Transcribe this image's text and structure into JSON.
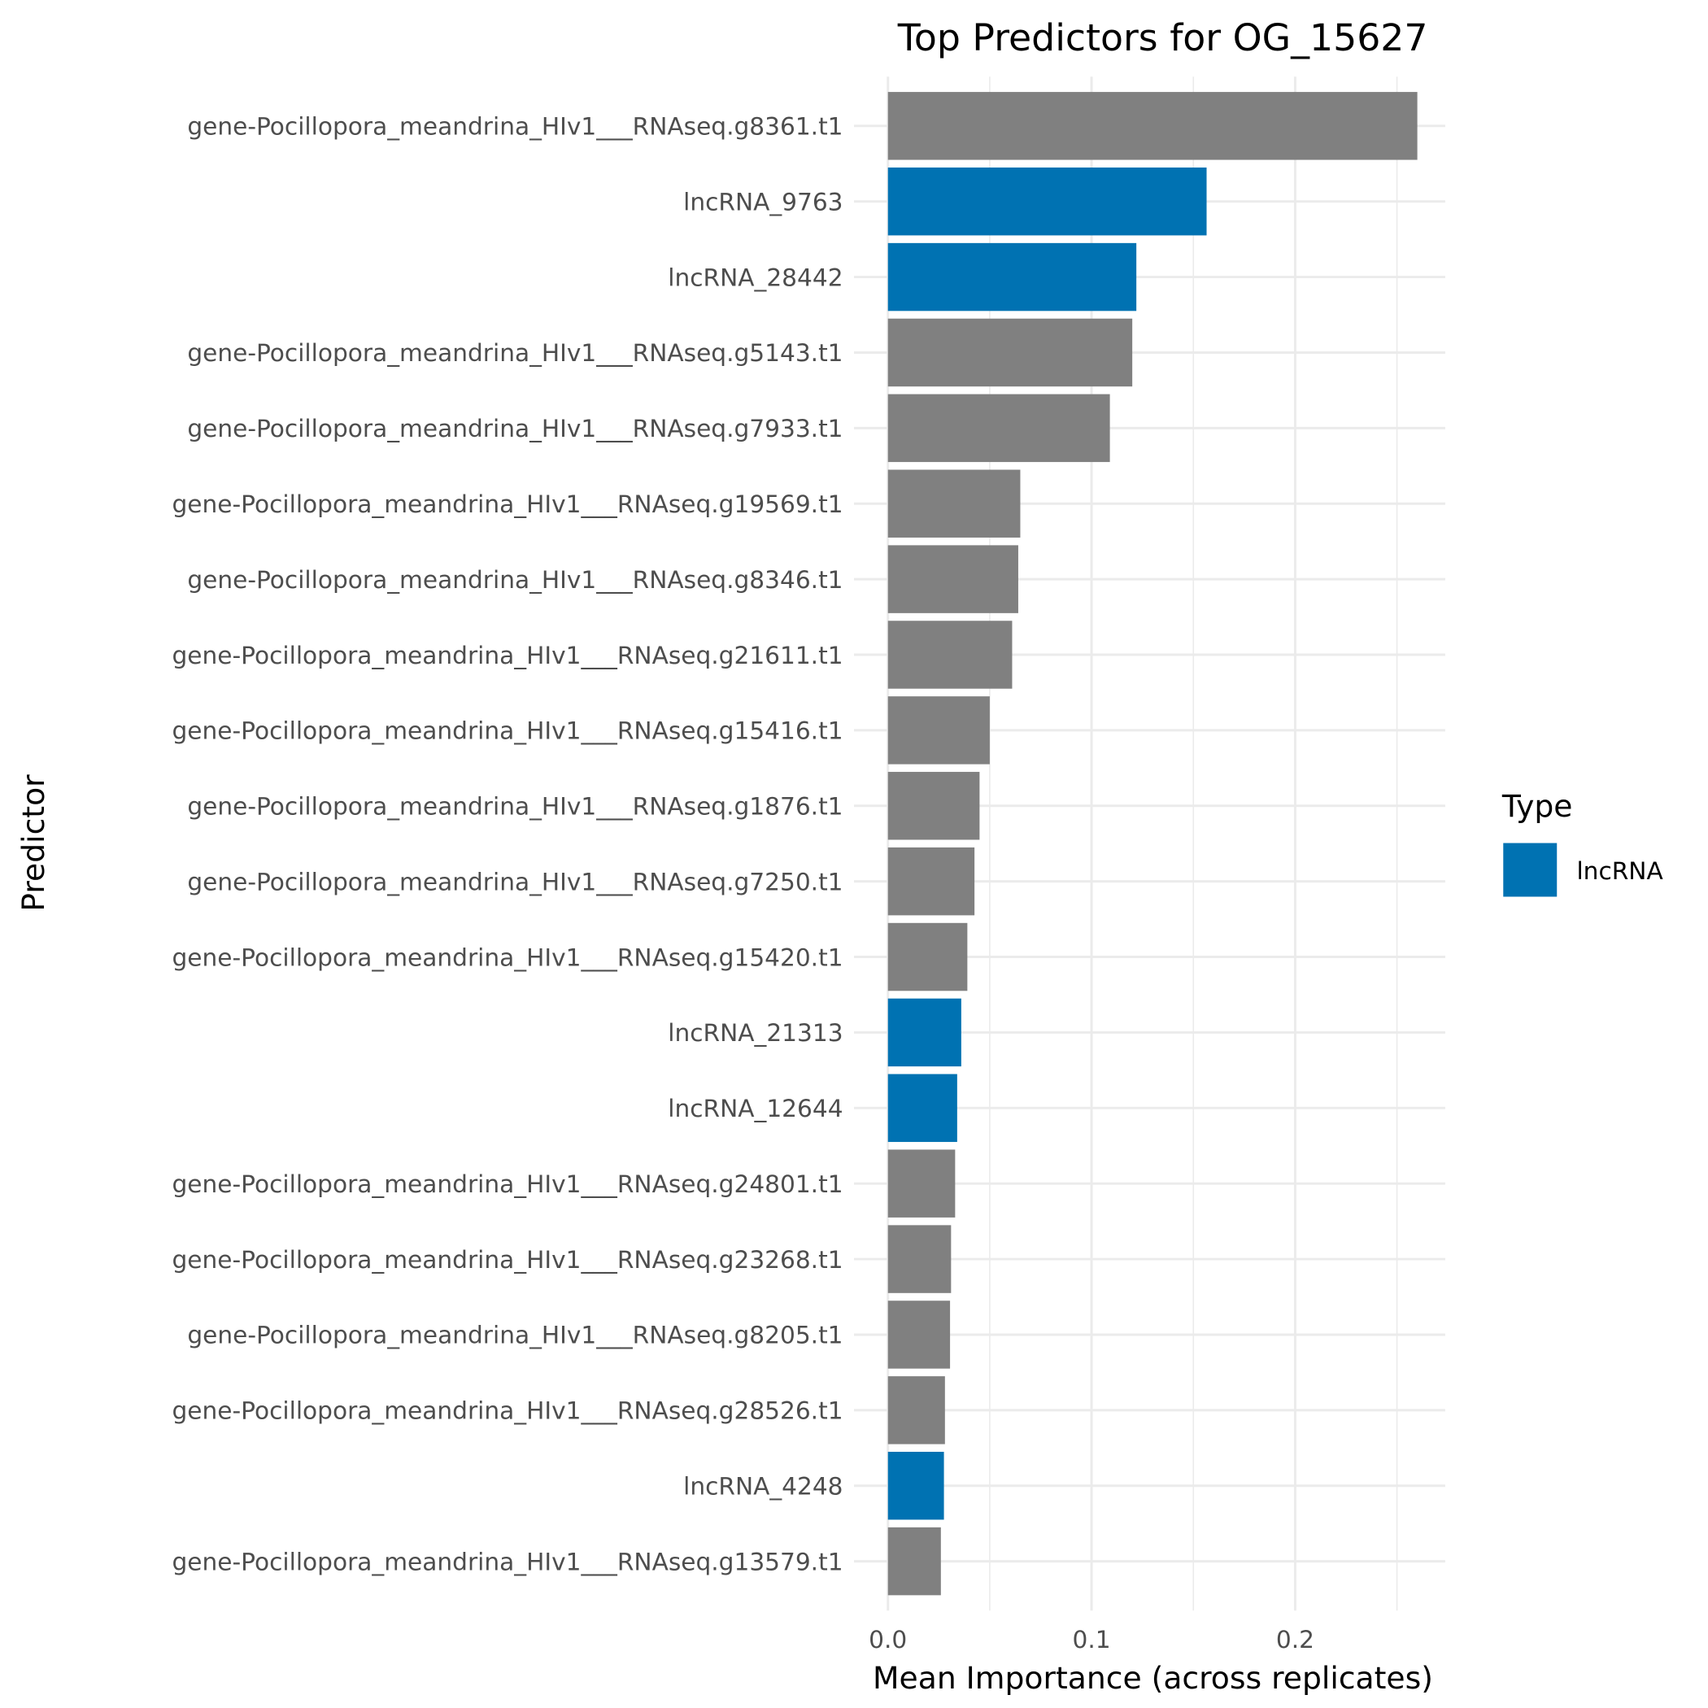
{
  "chart_data": {
    "type": "bar",
    "orientation": "horizontal",
    "title": "Top Predictors for OG_15627",
    "xlabel": "Mean Importance (across replicates)",
    "ylabel": "Predictor",
    "xlim": [
      0,
      0.27
    ],
    "xticks": [
      "0.0",
      "0.1",
      "0.2"
    ],
    "xtick_values": [
      0,
      0.1,
      0.2
    ],
    "grid": true,
    "legend": {
      "title": "Type",
      "position": "right",
      "entries": [
        {
          "label": "lncRNA",
          "color": "#0072B2"
        }
      ]
    },
    "colors": {
      "lncRNA": "#0072B2",
      "gene": "#808080",
      "grid": "#EBEBEB"
    },
    "categories": [
      "gene-Pocillopora_meandrina_HIv1___RNAseq.g8361.t1",
      "lncRNA_9763",
      "lncRNA_28442",
      "gene-Pocillopora_meandrina_HIv1___RNAseq.g5143.t1",
      "gene-Pocillopora_meandrina_HIv1___RNAseq.g7933.t1",
      "gene-Pocillopora_meandrina_HIv1___RNAseq.g19569.t1",
      "gene-Pocillopora_meandrina_HIv1___RNAseq.g8346.t1",
      "gene-Pocillopora_meandrina_HIv1___RNAseq.g21611.t1",
      "gene-Pocillopora_meandrina_HIv1___RNAseq.g15416.t1",
      "gene-Pocillopora_meandrina_HIv1___RNAseq.g1876.t1",
      "gene-Pocillopora_meandrina_HIv1___RNAseq.g7250.t1",
      "gene-Pocillopora_meandrina_HIv1___RNAseq.g15420.t1",
      "lncRNA_21313",
      "lncRNA_12644",
      "gene-Pocillopora_meandrina_HIv1___RNAseq.g24801.t1",
      "gene-Pocillopora_meandrina_HIv1___RNAseq.g23268.t1",
      "gene-Pocillopora_meandrina_HIv1___RNAseq.g8205.t1",
      "gene-Pocillopora_meandrina_HIv1___RNAseq.g28526.t1",
      "lncRNA_4248",
      "gene-Pocillopora_meandrina_HIv1___RNAseq.g13579.t1"
    ],
    "values": [
      0.26,
      0.1565,
      0.122,
      0.12,
      0.109,
      0.065,
      0.064,
      0.061,
      0.05,
      0.045,
      0.0425,
      0.039,
      0.036,
      0.034,
      0.033,
      0.031,
      0.0305,
      0.028,
      0.0275,
      0.026
    ],
    "types": [
      "gene",
      "lncRNA",
      "lncRNA",
      "gene",
      "gene",
      "gene",
      "gene",
      "gene",
      "gene",
      "gene",
      "gene",
      "gene",
      "lncRNA",
      "lncRNA",
      "gene",
      "gene",
      "gene",
      "gene",
      "lncRNA",
      "gene"
    ]
  }
}
